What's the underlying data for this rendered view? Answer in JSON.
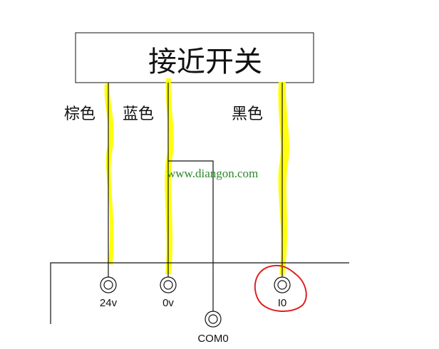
{
  "title": "接近开关",
  "wires": [
    {
      "label": "棕色",
      "terminal": "24v"
    },
    {
      "label": "蓝色",
      "terminal": "0v"
    },
    {
      "label": "黑色",
      "terminal": "I0"
    }
  ],
  "common_terminal": "COM0",
  "watermark": "www.diangon.com",
  "colors": {
    "highlight": "#ffff00",
    "annotation": "#e02020",
    "watermark": "#2a8a2a",
    "line": "#111111"
  }
}
